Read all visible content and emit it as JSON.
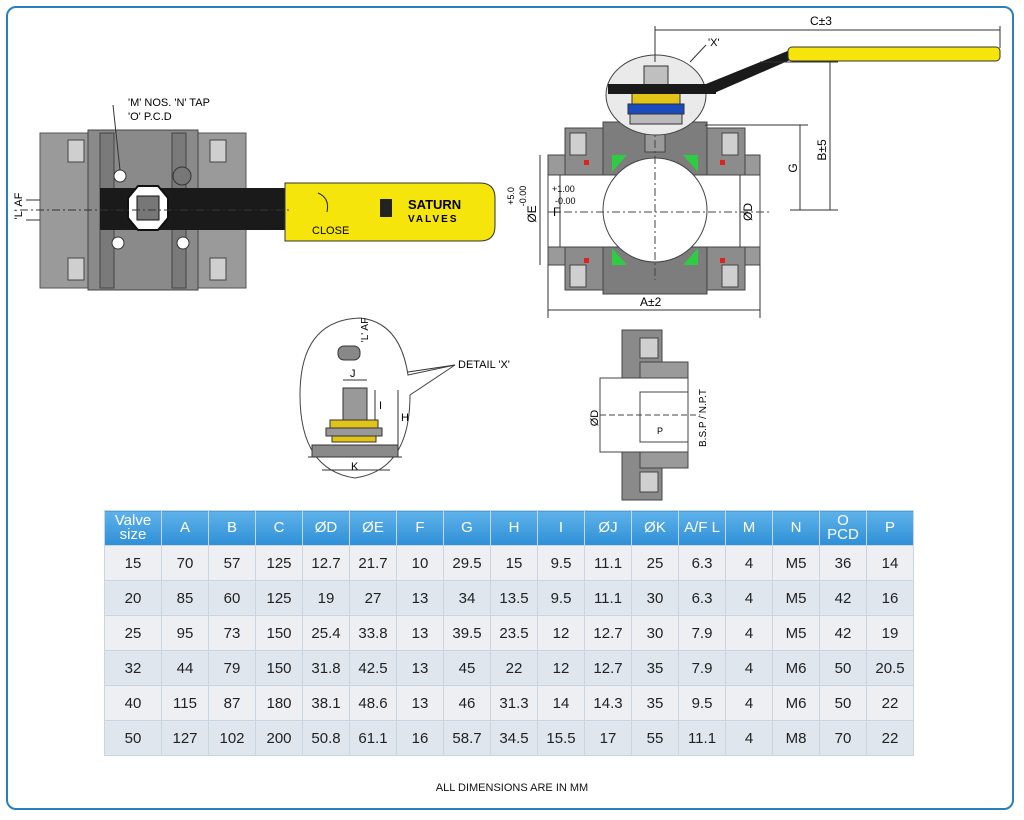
{
  "drawing": {
    "tap_label": "'M' NOS. 'N' TAP",
    "pcd_label": "'O' P.C.D",
    "af_label": "'L' AF",
    "close_label": "CLOSE",
    "brand_line1": "SATURN",
    "brand_line2": "VALVES",
    "c_dim": "C±3",
    "x_label": "'X'",
    "b_dim": "B±5",
    "g_dim": "G",
    "e_tol_plus": "+5.0",
    "e_tol_minus": "-0.00",
    "e_label": "ØE",
    "f_tol_plus": "+1.00",
    "f_tol_minus": "-0.00",
    "f_label": "F",
    "d_label": "ØD",
    "a_dim": "A±2",
    "detail_label": "DETAIL 'X'",
    "l_af_detail": "'L' AF",
    "j_label": "J",
    "i_label": "I",
    "h_label": "H",
    "k_label": "K",
    "d_label2": "ØD",
    "p_label": "P",
    "bsp_label": "B.S.P / N.P.T"
  },
  "table": {
    "headers": [
      "Valve size",
      "A",
      "B",
      "C",
      "ØD",
      "ØE",
      "F",
      "G",
      "H",
      "I",
      "ØJ",
      "ØK",
      "A/F L",
      "M",
      "N",
      "O PCD",
      "P"
    ],
    "rows": [
      [
        "15",
        "70",
        "57",
        "125",
        "12.7",
        "21.7",
        "10",
        "29.5",
        "15",
        "9.5",
        "11.1",
        "25",
        "6.3",
        "4",
        "M5",
        "36",
        "14"
      ],
      [
        "20",
        "85",
        "60",
        "125",
        "19",
        "27",
        "13",
        "34",
        "13.5",
        "9.5",
        "11.1",
        "30",
        "6.3",
        "4",
        "M5",
        "42",
        "16"
      ],
      [
        "25",
        "95",
        "73",
        "150",
        "25.4",
        "33.8",
        "13",
        "39.5",
        "23.5",
        "12",
        "12.7",
        "30",
        "7.9",
        "4",
        "M5",
        "42",
        "19"
      ],
      [
        "32",
        "44",
        "79",
        "150",
        "31.8",
        "42.5",
        "13",
        "45",
        "22",
        "12",
        "12.7",
        "35",
        "7.9",
        "4",
        "M6",
        "50",
        "20.5"
      ],
      [
        "40",
        "115",
        "87",
        "180",
        "38.1",
        "48.6",
        "13",
        "46",
        "31.3",
        "14",
        "14.3",
        "35",
        "9.5",
        "4",
        "M6",
        "50",
        "22"
      ],
      [
        "50",
        "127",
        "102",
        "200",
        "50.8",
        "61.1",
        "16",
        "58.7",
        "34.5",
        "15.5",
        "17",
        "55",
        "11.1",
        "4",
        "M8",
        "70",
        "22"
      ]
    ]
  },
  "note": "ALL DIMENSIONS ARE IN MM",
  "colors": {
    "frame": "#2a7fc0",
    "handle": "#f5e50a",
    "body": "#8a8a8a",
    "seat": "#2ecc40",
    "header": "#3a97dc"
  }
}
